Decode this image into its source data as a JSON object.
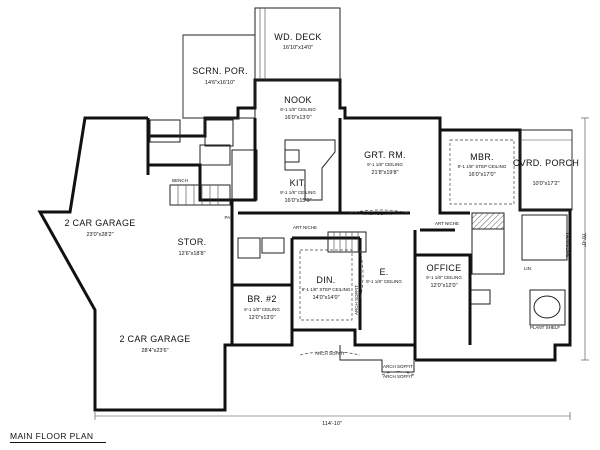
{
  "plan_title": "MAIN FLOOR PLAN",
  "overall_width": "114'-10\"",
  "overall_depth": "70'-0\"",
  "rooms": {
    "wd_deck": {
      "name": "WD. DECK",
      "size": "16'10\"x14'0\""
    },
    "scrn_por": {
      "name": "SCRN. POR.",
      "size": "14'6\"x16'10\""
    },
    "nook": {
      "name": "NOOK",
      "ceiling": "9'-1 1/8\" CEILING",
      "size": "16'0\"x13'0\""
    },
    "grt_rm": {
      "name": "GRT. RM.",
      "ceiling": "9'-1 1/8\" CEILING",
      "size": "21'8\"x19'8\""
    },
    "mbr": {
      "name": "MBR.",
      "ceiling": "9'-1 1/8\" STEP CEILING",
      "size": "16'0\"x17'0\""
    },
    "cvrd_porch": {
      "name": "CVRD. PORCH",
      "size": "10'0\"x17'2\""
    },
    "kit": {
      "name": "KIT.",
      "ceiling": "9'-1 1/8\" CEILING",
      "size": "16'0\"x15'0\""
    },
    "garage_a": {
      "name": "2 CAR GARAGE",
      "size": "23'0\"x28'2\""
    },
    "stor": {
      "name": "STOR.",
      "size": "12'6\"x18'8\""
    },
    "din": {
      "name": "DIN.",
      "ceiling": "9'-1 1/8\" STEP CEILING",
      "size": "14'0\"x14'0\""
    },
    "entry": {
      "name": "E.",
      "ceiling": "9'-1 1/8\" CEILING"
    },
    "office": {
      "name": "OFFICE",
      "ceiling": "9'-1 1/8\" CEILING",
      "size": "12'0\"x12'0\""
    },
    "br2": {
      "name": "BR. #2",
      "ceiling": "9'-1 1/8\" CEILING",
      "size": "12'0\"x13'0\""
    },
    "garage_b": {
      "name": "2 CAR GARAGE",
      "size": "28'4\"x23'6\""
    }
  },
  "notes": {
    "bench": "BENCH",
    "pan": "PAN",
    "art_niche_1": "ART NICHE",
    "art_niche_2": "ART NICHE",
    "arch_soffit_1": "ARCH SOFFIT",
    "arch_soffit_2": "ARCH SOFFIT",
    "arch_soffit_3": "ARCH SOFFIT",
    "arch_soffit_4": "ARCH SOFFIT",
    "arch_soffit_5": "ARCH SOFFIT",
    "plant_shelf": "PLANT SHELF",
    "lin": "LIN.",
    "transoms": "TRANSOMS"
  }
}
